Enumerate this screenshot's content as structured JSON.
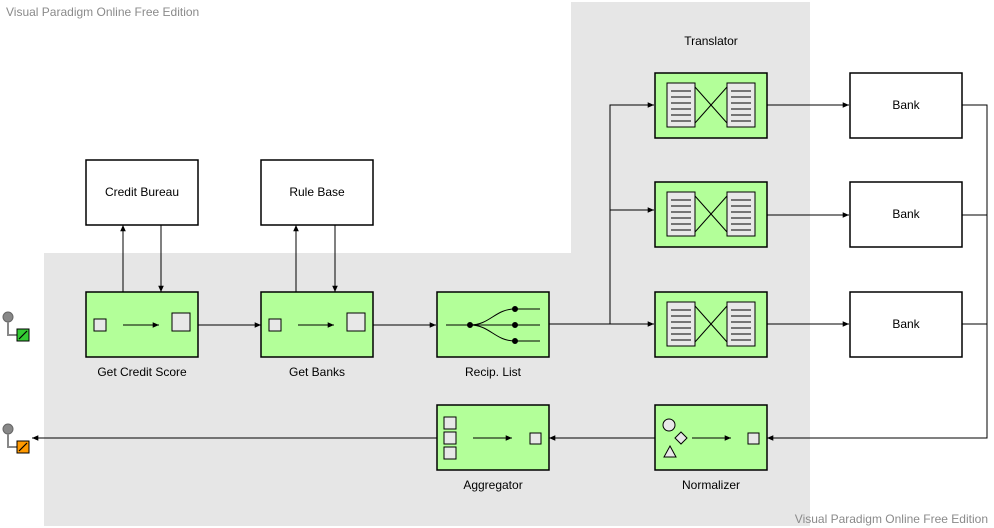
{
  "watermark": {
    "top": "Visual Paradigm Online Free Edition",
    "bottom": "Visual Paradigm Online Free Edition"
  },
  "colors": {
    "component_fill": "#b3ff99",
    "component_stroke": "#000000",
    "region_fill": "#e6e6e6",
    "endpoint_start": "#33cc33",
    "endpoint_end": "#ff9900"
  },
  "labels": {
    "translator_group": "Translator",
    "credit_bureau": "Credit Bureau",
    "rule_base": "Rule Base",
    "bank_1": "Bank",
    "bank_2": "Bank",
    "bank_3": "Bank",
    "get_credit_score": "Get Credit Score",
    "get_banks": "Get Banks",
    "recip_list": "Recip. List",
    "aggregator": "Aggregator",
    "normalizer": "Normalizer"
  },
  "icons": {
    "get_credit_score": "content-enricher-icon",
    "get_banks": "content-enricher-icon",
    "recip_list": "recipient-list-icon",
    "translator": "message-translator-icon",
    "aggregator": "aggregator-icon",
    "normalizer": "normalizer-icon",
    "start": "start-endpoint-icon",
    "end": "end-endpoint-icon"
  }
}
